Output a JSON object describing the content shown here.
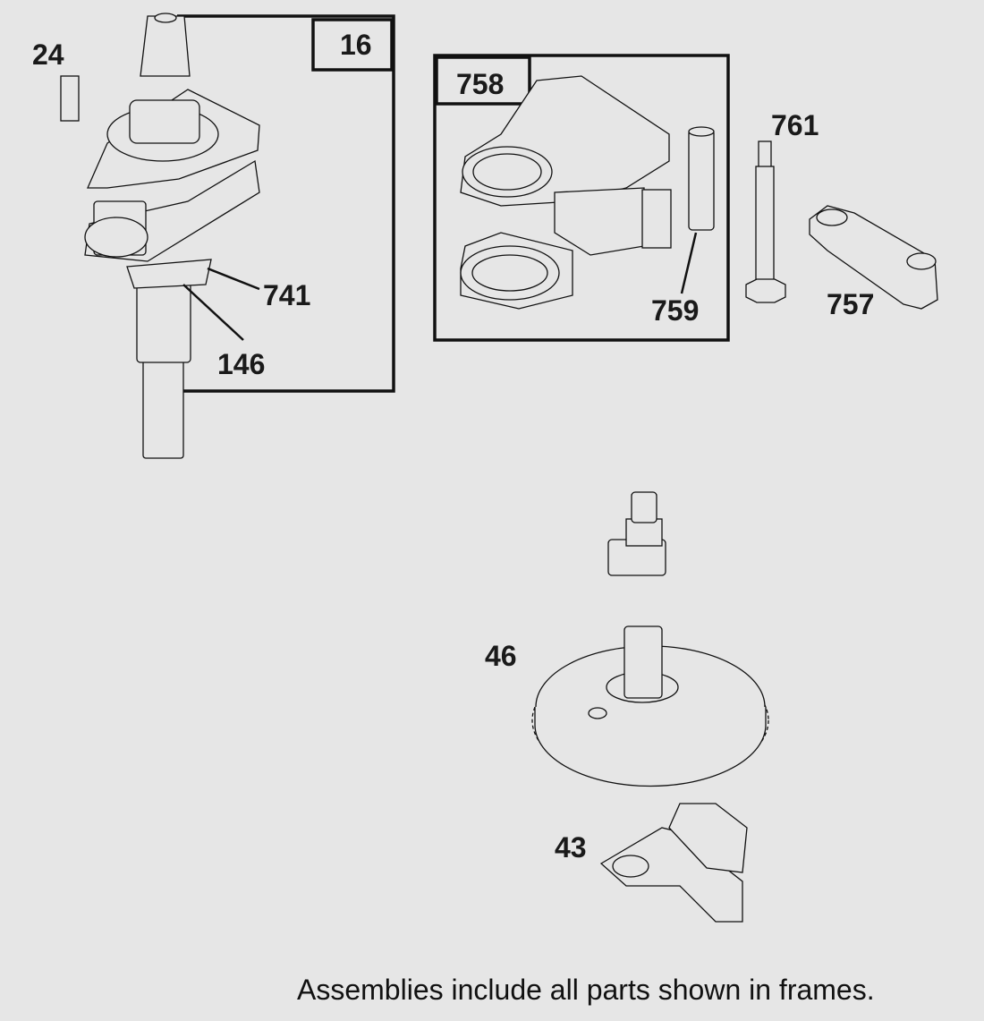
{
  "labels": {
    "p16": "16",
    "p24": "24",
    "p741": "741",
    "p146": "146",
    "p758": "758",
    "p759": "759",
    "p761": "761",
    "p757": "757",
    "p46": "46",
    "p43": "43"
  },
  "note": "Assemblies include all parts shown in frames.",
  "colors": {
    "background": "#e6e6e6",
    "ink": "#111111"
  }
}
